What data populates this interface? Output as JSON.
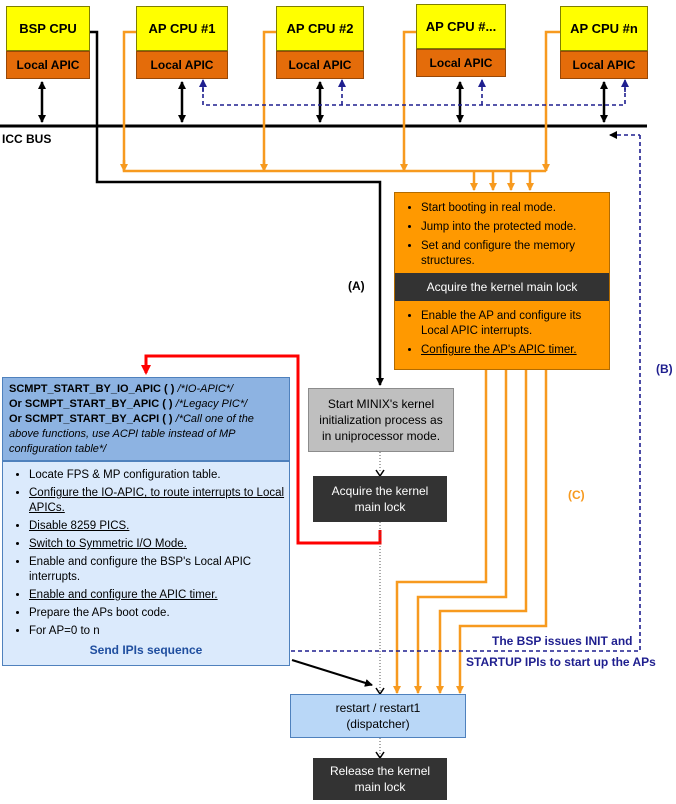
{
  "cpus": [
    {
      "name": "BSP CPU",
      "apic": "Local APIC"
    },
    {
      "name": "AP CPU #1",
      "apic": "Local APIC"
    },
    {
      "name": "AP CPU #2",
      "apic": "Local APIC"
    },
    {
      "name": "AP CPU #...",
      "apic": "Local APIC"
    },
    {
      "name": "AP CPU #n",
      "apic": "Local APIC"
    }
  ],
  "bus_label": "ICC BUS",
  "ap_boot": {
    "steps_top": [
      "Start booting in real mode.",
      "Jump into the protected mode.",
      "Set and configure the memory structures."
    ],
    "lock": "Acquire the kernel main lock",
    "steps_bottom": [
      "Enable the AP and configure its Local APIC interrupts.",
      "Configure the AP's APIC timer."
    ]
  },
  "labels": {
    "a": "(A)",
    "b": "(B)",
    "c": "(C)",
    "ipi_line1": "The BSP issues INIT and",
    "ipi_line2": "STARTUP IPIs to start up the APs"
  },
  "smp": {
    "header_lines": [
      {
        "code": "SCMPT_START_BY_IO_APIC ( )",
        "comment": " /*IO-APIC*/"
      },
      {
        "code": "Or SCMPT_START_BY_APIC ( )",
        "comment": " /*Legacy PIC*/"
      },
      {
        "code": "Or SCMPT_START_BY_ACPI ( )",
        "comment": " /*Call one of the above functions, use ACPI table instead of MP configuration table*/"
      }
    ],
    "items": [
      "Locate FPS & MP configuration table.",
      "Configure the IO-APIC, to route interrupts to Local APICs.",
      "Disable 8259 PICS.",
      "Switch to Symmetric I/O Mode.",
      "Enable and configure the BSP's Local APIC interrupts.",
      "Enable and configure the APIC timer.",
      "Prepare the APs boot code.",
      "For AP=0 to n"
    ],
    "footer": "Send IPIs sequence"
  },
  "minix_init": "Start MINIX's kernel initialization process as in uniprocessor mode.",
  "bsp_lock": "Acquire the kernel main lock",
  "dispatcher": {
    "line1": "restart / restart1",
    "line2": "(dispatcher)"
  },
  "release": "Release the kernel main lock",
  "colors": {
    "orange_arrow": "#f79a1f",
    "black_arrow": "#000000",
    "red_arrow": "#ff0000",
    "dashed_blue": "#1f1f8f"
  }
}
